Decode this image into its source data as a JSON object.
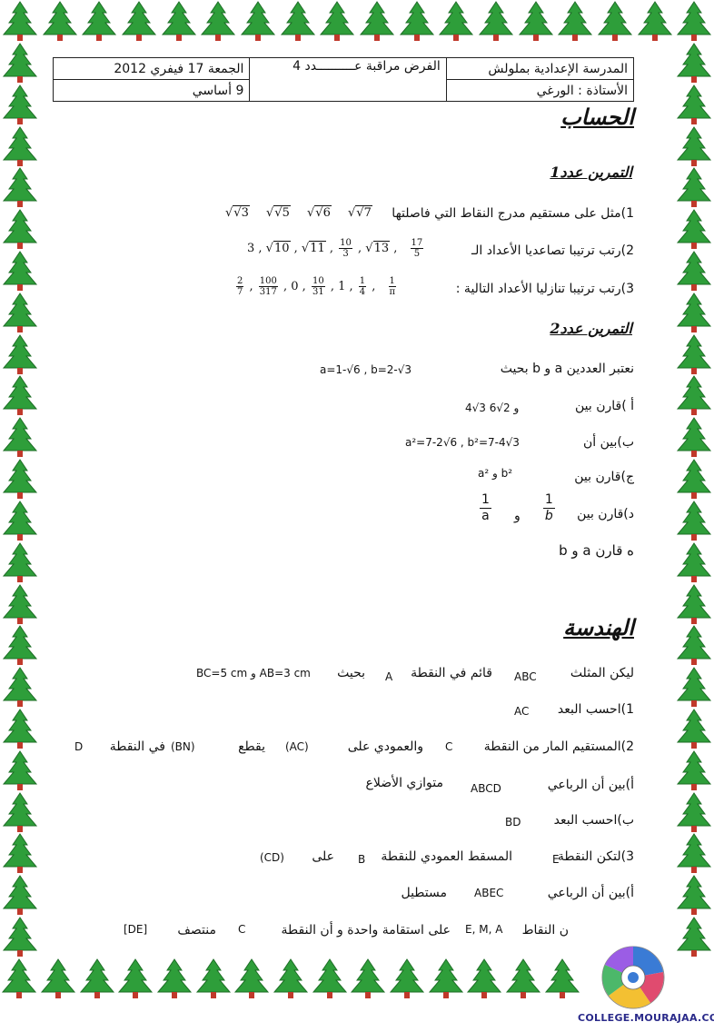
{
  "header": {
    "school": "المدرسة الإعدادية بملولش",
    "teacher": "الأستاذة : الورغي",
    "exam": "الفرض مراقبة عــــــــــدد 4",
    "date": "الجمعة 17 فيفري 2012",
    "level": "9 أساسي"
  },
  "calc": {
    "title": "الحساب",
    "ex1": {
      "title": "التمرين عدد1",
      "q1": "1)مثل على مستقيم مدرج النقاط التي فاصلتها",
      "q1_values": [
        "√3",
        "√5",
        "√6",
        "√7"
      ],
      "q2": "2)رتب ترتيبا تصاعديا الأعداد الـ",
      "q3": "3)رتب ترتيبا تنازليا الأعداد التالية :"
    },
    "ex2": {
      "title": "التمرين عدد2",
      "intro": "نعتبر العددين a و b بحيث",
      "intro_math": "a=1-√6 , b=2-√3",
      "qa": "أ )قارن بين",
      "qa_math": "4√3 و 2√6",
      "qb": "ب)بين أن",
      "qb_math": "a²=7-2√6 , b²=7-4√3",
      "qc": "ج)قارن بين",
      "qc_math": "a² و b²",
      "qd": "د)قارن بين",
      "qd_and": "و",
      "qe": "ه قارن a و b"
    }
  },
  "geo": {
    "title": "الهندسة",
    "intro": "ليكن المثلث",
    "intro_abc": "ABC",
    "intro_right": "قائم في النقطة",
    "intro_a": "A",
    "intro_such": "بحيث",
    "intro_dims": "BC=5 cm و AB=3 cm",
    "q1": "1)احسب البعد",
    "q1_seg": "AC",
    "q2": "2)المستقيم المار من النقطة",
    "q2_c": "C",
    "q2_perp": "والعمودي على",
    "q2_ac": "(AC)",
    "q2_cut": "يقطع",
    "q2_bn": "(BN)",
    "q2_at": "في النقطة",
    "q2_d": "D",
    "q2a": "أ)بين أن الرباعي",
    "q2a_abcd": "ABCD",
    "q2a_par": "متوازي الأضلاع",
    "q2b": "ب)احسب البعد",
    "q2b_bd": "BD",
    "q3": "3)لتكن النقطة",
    "q3_e": "E",
    "q3_proj": "المسقط العمودي للنقطة",
    "q3_b": "B",
    "q3_on": "على",
    "q3_cd": "(CD)",
    "q3a": "أ)بين أن الرباعي",
    "q3a_abec": "ABEC",
    "q3a_rect": "مستطيل",
    "q3b": "ن النقاط",
    "q3b_pts": "E, M, A",
    "q3b_line": "على استقامة واحدة و أن النقطة",
    "q3b_c": "C",
    "q3b_mid": "منتصف",
    "q3b_de": "[DE]"
  },
  "footer": {
    "site": "COLLEGE.MOURAJAA.COM"
  },
  "colors": {
    "tree": "#2e9e3a",
    "tree_dark": "#1d6e26",
    "trunk": "#c0392b"
  }
}
